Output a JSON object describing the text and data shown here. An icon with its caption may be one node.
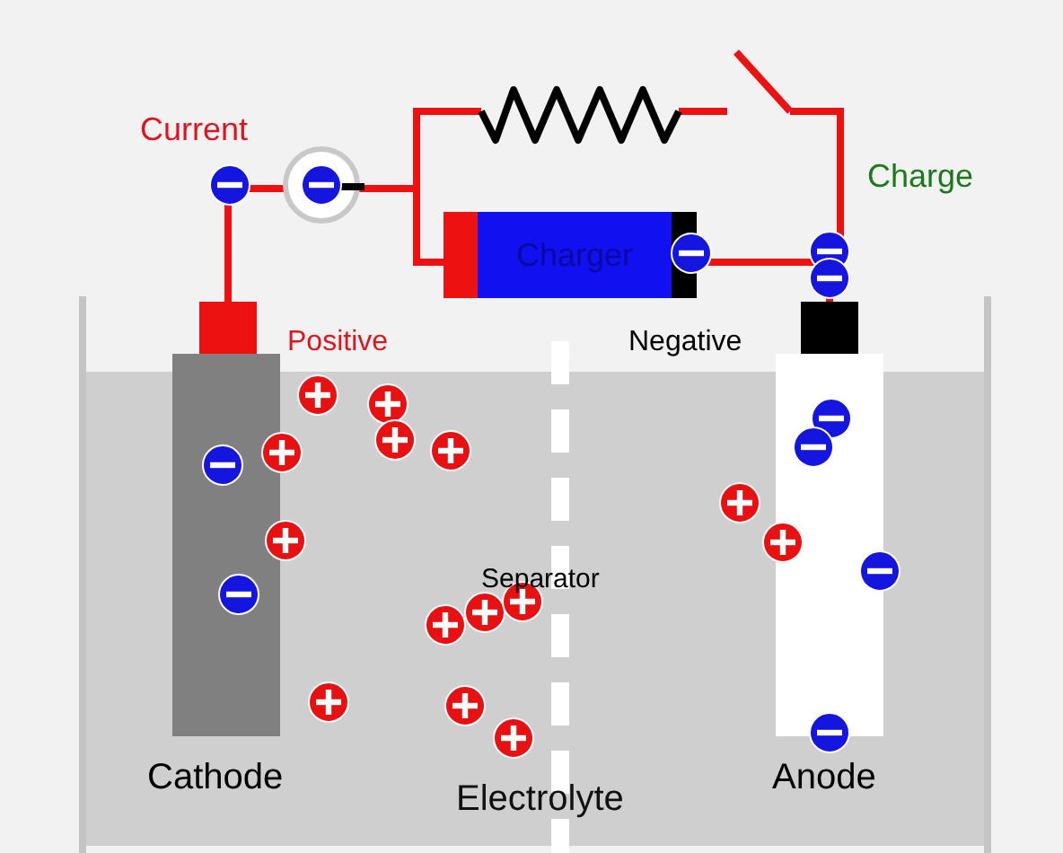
{
  "diagram": {
    "nodes": [
      {
        "text": [
          "Cathode"
        ]
      },
      {
        "text": [],
        "shape": "box"
      },
      {
        "text": [
          "Charger"
        ]
      },
      {
        "text": [],
        "shape": "box"
      },
      {
        "text": [
          "Anode"
        ]
      }
    ],
    "edges": [
      {
        "from": 1,
        "to": 2,
        "arrow": "none"
      },
      {
        "from": 2,
        "to": 3,
        "arrow": "none"
      }
    ],
    "labels": [
      "Current",
      "Charge",
      "Positive",
      "Negative",
      "Separator",
      "Electrolyte"
    ]
  }
}
